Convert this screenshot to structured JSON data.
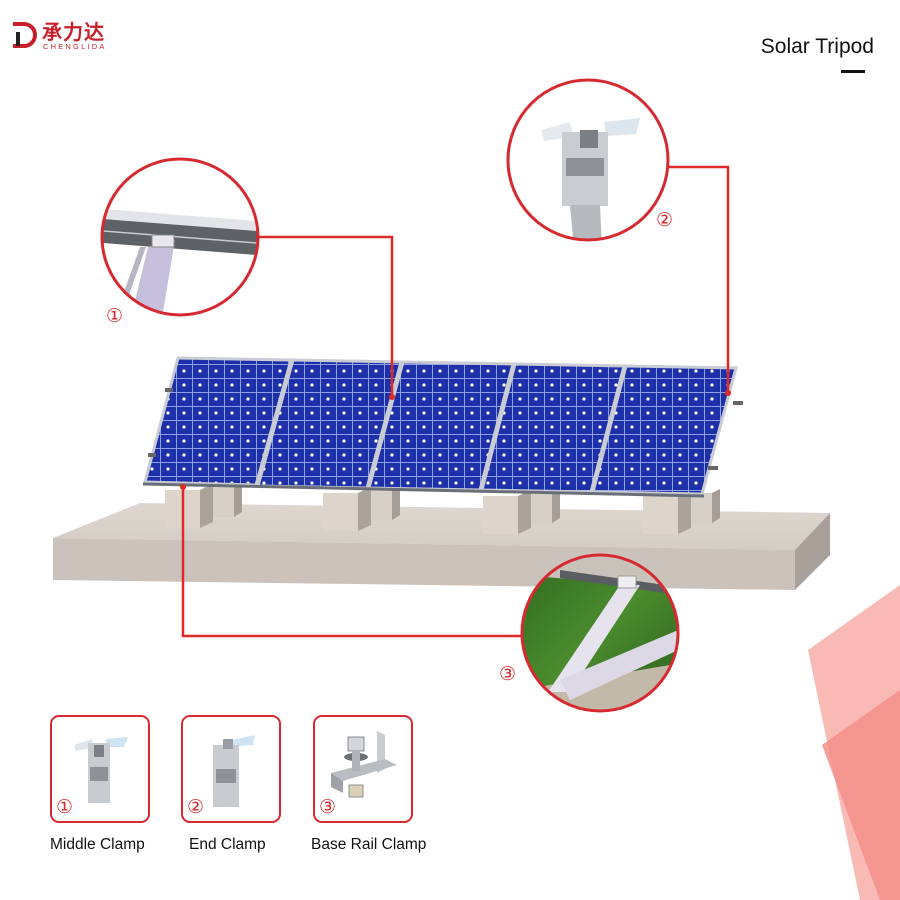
{
  "brand": {
    "logo_chinese": "承力达",
    "logo_english": "CHENGLIDA",
    "brand_color": "#c8202a"
  },
  "header": {
    "title": "Solar Tripod"
  },
  "diagram": {
    "panel_count": 5,
    "panel_color": "#1b2fa0",
    "callout_color": "#d62a30",
    "callouts": [
      {
        "number": "①",
        "subject": "rail-clamp-detail"
      },
      {
        "number": "②",
        "subject": "end-clamp-detail"
      },
      {
        "number": "③",
        "subject": "base-rail-detail-on-grass"
      }
    ]
  },
  "clamps": [
    {
      "number": "①",
      "label": "Middle Clamp"
    },
    {
      "number": "②",
      "label": "End Clamp"
    },
    {
      "number": "③",
      "label": "Base Rail Clamp"
    }
  ]
}
